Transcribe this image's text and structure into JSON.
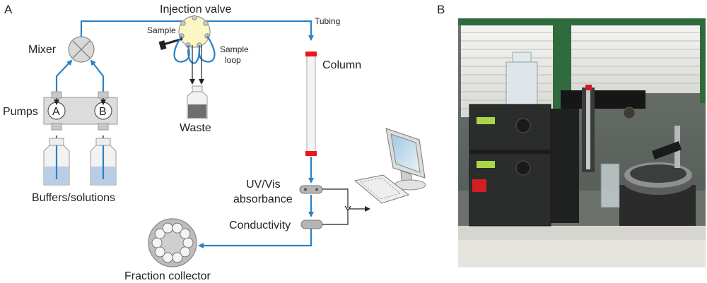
{
  "panels": {
    "a": "A",
    "b": "B"
  },
  "labels": {
    "injection_valve": "Injection valve",
    "tubing": "Tubing",
    "sample": "Sample",
    "sample_loop_1": "Sample",
    "sample_loop_2": "loop",
    "mixer": "Mixer",
    "column": "Column",
    "pumps": "Pumps",
    "pump_a": "A",
    "pump_b": "B",
    "waste": "Waste",
    "buffers": "Buffers/solutions",
    "uv_1": "UV/Vis",
    "uv_2": "absorbance",
    "conductivity": "Conductivity",
    "fraction_collector": "Fraction collector"
  },
  "colors": {
    "flow": "#2a82c4",
    "column_band": "#e8191e",
    "buffer_liquid": "#b8cde6",
    "valve_fill": "#fbf6c4",
    "pump_body": "#dcdcdc"
  },
  "photo": {
    "description_icon": "chromatography-instrument-photo"
  }
}
